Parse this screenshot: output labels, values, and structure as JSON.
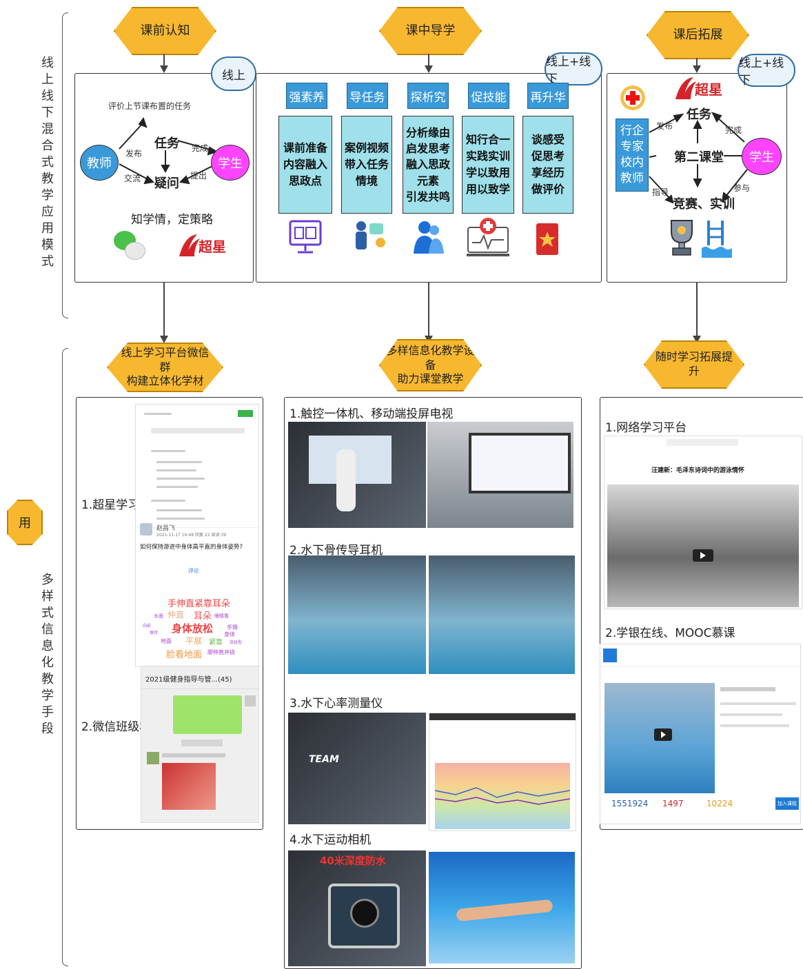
{
  "left_labels": {
    "top": "线上线下混合式教学应用模式",
    "bottom": "多样式信息化教学手段",
    "use": "用"
  },
  "stages": [
    {
      "title": "课前认知",
      "cloud": "线上"
    },
    {
      "title": "课中导学",
      "cloud": "线上+线下"
    },
    {
      "title": "课后拓展",
      "cloud": "线上+线下"
    }
  ],
  "pre_class": {
    "note": "评价上节课布置的任务",
    "teacher": "教师",
    "student": "学生",
    "task": "任务",
    "question": "疑问",
    "edge_publish": "发布",
    "edge_complete": "完成",
    "edge_exchange": "交流",
    "edge_raise": "提出",
    "footer": "知学情，定策略",
    "logo_text": "超星"
  },
  "in_class": {
    "tags": [
      "强素养",
      "导任务",
      "探析究",
      "促技能",
      "再升华"
    ],
    "cards": [
      "课前准备\n内容融入\n思政点",
      "案例视频\n带入任务\n情境",
      "分析缘由\n启发思考\n融入思政\n元素\n引发共鸣",
      "知行合一\n实践实训\n学以致用\n用以致学",
      "谈感受\n促思考\n享经历\n做评价"
    ]
  },
  "post_class": {
    "experts": "行企\n专家\n校内\n教师",
    "task": "任务",
    "center": "第二课堂",
    "student": "学生",
    "bottom": "竞赛、实训",
    "edge_publish": "发布",
    "edge_complete": "完成",
    "edge_guide": "指导",
    "edge_join": "参与",
    "logo_text": "超星"
  },
  "means": [
    {
      "title": "线上学习平台微信群\n构建立体化学材"
    },
    {
      "title": "多样信息化教学设备\n助力课堂教学"
    },
    {
      "title": "随时学习拓展提升"
    }
  ],
  "left_panel": {
    "label1": "1.超星学习通",
    "label2": "2.微信班级群",
    "shot1": {
      "user": "赵昌飞",
      "time": "2021-11-17 16:48 回复:22 阅读:39",
      "question": "如何保持游进中身体高平直的身体姿势?",
      "words": [
        "手伸直紧靠耳朵",
        "仲直",
        "耳朵",
        "身体放松",
        "平展",
        "紧靠",
        "脸看地面",
        "脚伸直并拢",
        "手臂",
        "身体",
        "流线型",
        "眼睛看",
        "水面",
        "地面",
        "向前",
        "保持"
      ],
      "comment": "评论"
    },
    "shot2": {
      "group": "2021级健身指导与管...(45)"
    }
  },
  "middle_panel": {
    "label1": "1.触控一体机、移动端投屏电视",
    "label2": "2.水下骨传导耳机",
    "label3": "3.水下心率测量仪",
    "label4": "4.水下运动相机",
    "team": "TEAM",
    "camera_text": "40米深度防水"
  },
  "right_panel": {
    "label1": "1.网络学习平台",
    "label2": "2.学银在线、MOOC慕课",
    "video_title": "汪建新：毛泽东诗词中的游泳情怀",
    "stats": [
      {
        "value": "1551924"
      },
      {
        "value": "1497"
      },
      {
        "value": "10224"
      }
    ],
    "mooc_button": "加入课程"
  }
}
